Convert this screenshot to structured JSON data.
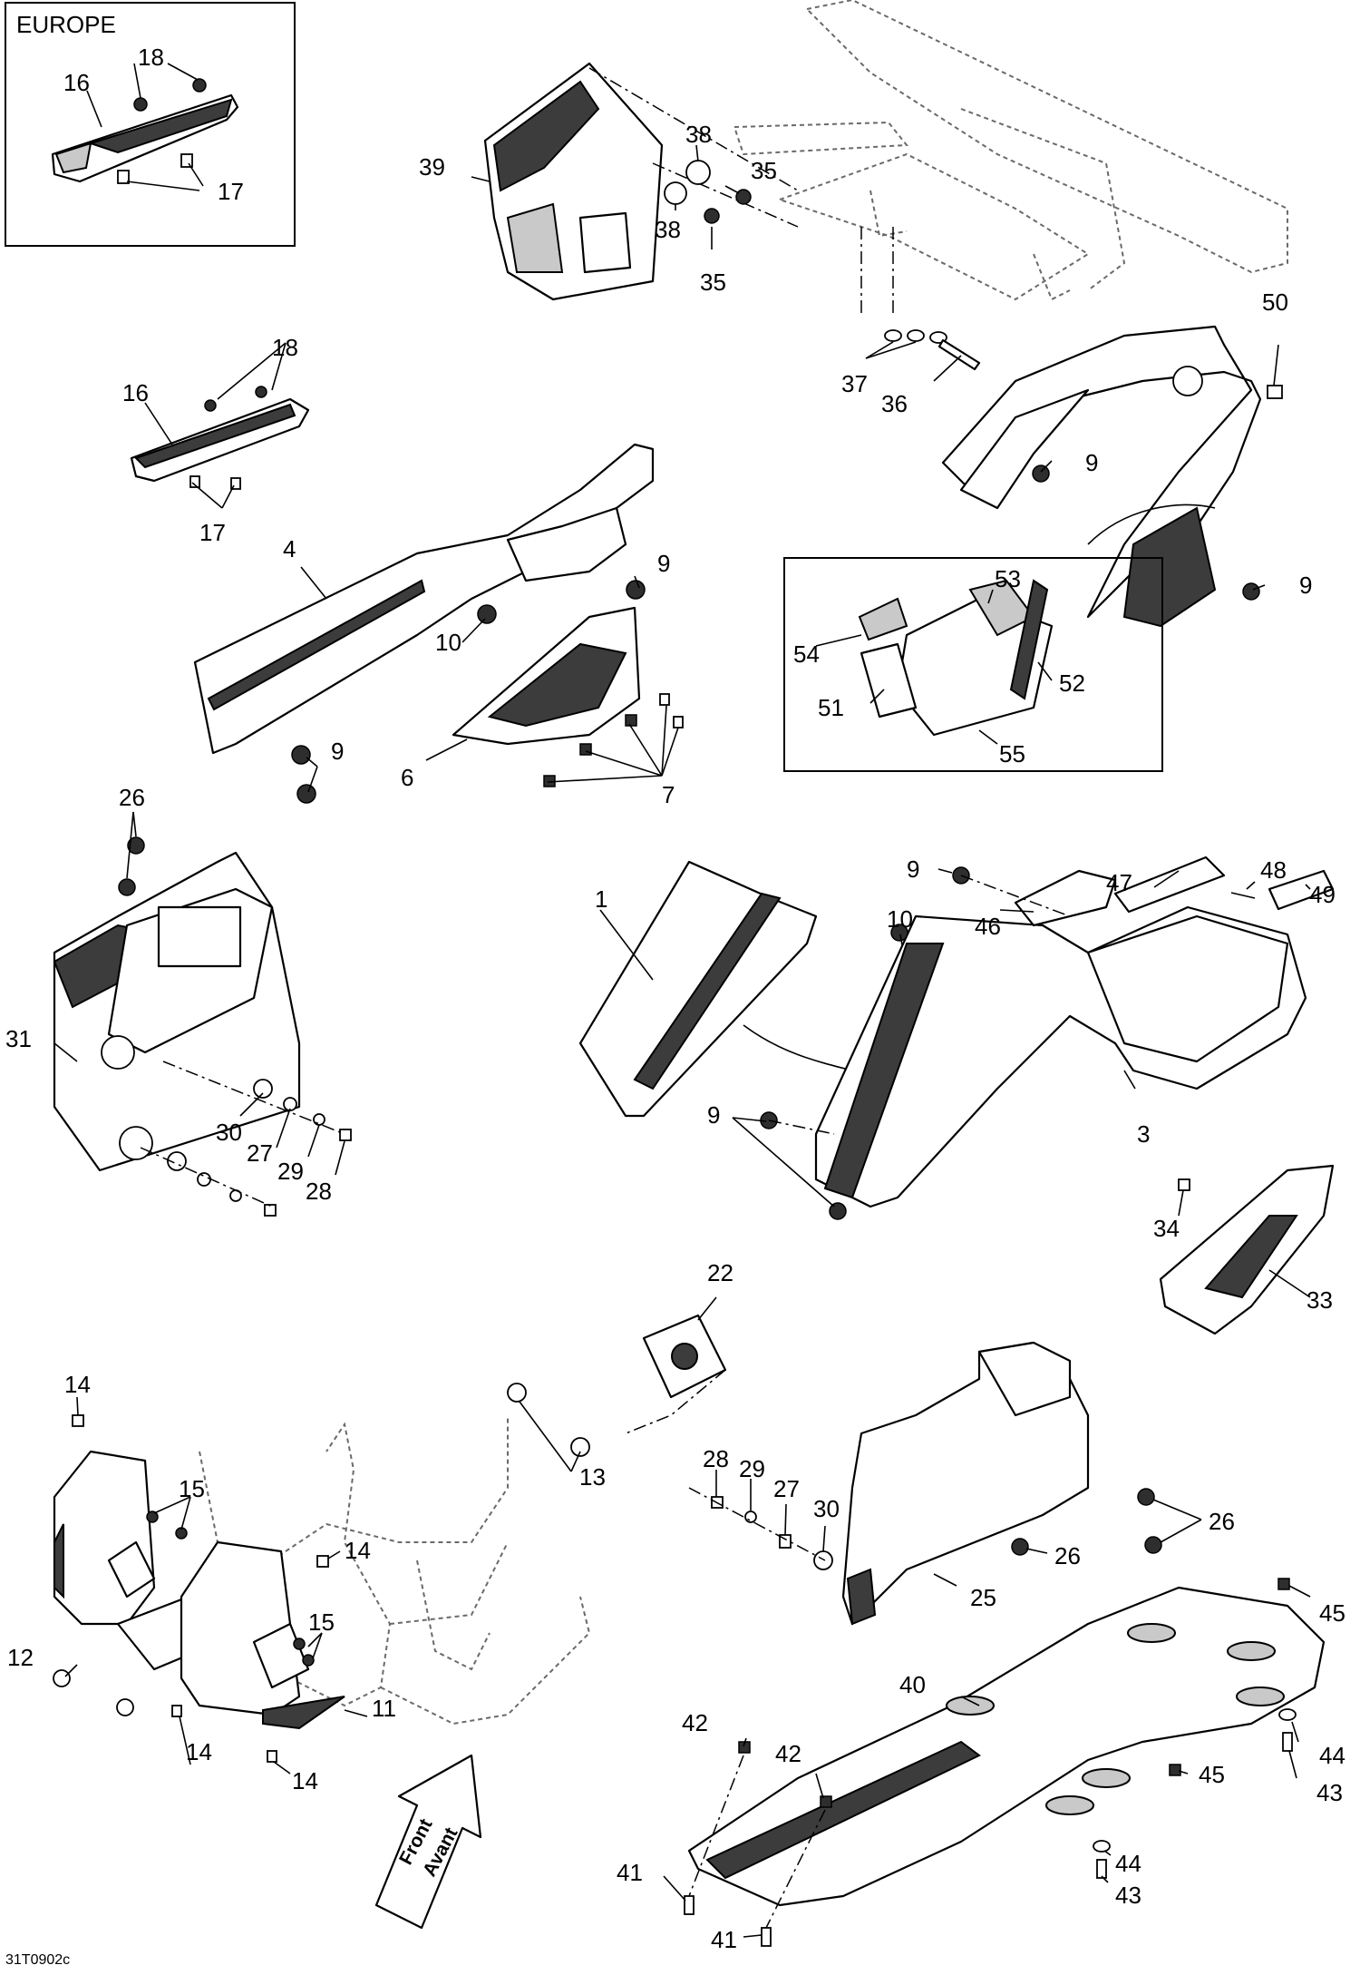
{
  "inset": {
    "title": "EUROPE"
  },
  "drawing_code": "31T0902c",
  "front_arrow": {
    "line1": "Front",
    "line2": "Avant"
  },
  "callouts": [
    {
      "id": "c16a",
      "text": "16"
    },
    {
      "id": "c18a",
      "text": "18"
    },
    {
      "id": "c17a",
      "text": "17"
    },
    {
      "id": "c39",
      "text": "39"
    },
    {
      "id": "c38a",
      "text": "38"
    },
    {
      "id": "c38b",
      "text": "38"
    },
    {
      "id": "c35a",
      "text": "35"
    },
    {
      "id": "c35b",
      "text": "35"
    },
    {
      "id": "c37",
      "text": "37"
    },
    {
      "id": "c36",
      "text": "36"
    },
    {
      "id": "c50",
      "text": "50"
    },
    {
      "id": "c9a",
      "text": "9"
    },
    {
      "id": "c9b",
      "text": "9"
    },
    {
      "id": "c16b",
      "text": "16"
    },
    {
      "id": "c18b",
      "text": "18"
    },
    {
      "id": "c17b",
      "text": "17"
    },
    {
      "id": "c4",
      "text": "4"
    },
    {
      "id": "c9c",
      "text": "9"
    },
    {
      "id": "c10a",
      "text": "10"
    },
    {
      "id": "c6",
      "text": "6"
    },
    {
      "id": "c9d",
      "text": "9"
    },
    {
      "id": "c7",
      "text": "7"
    },
    {
      "id": "c53",
      "text": "53"
    },
    {
      "id": "c54",
      "text": "54"
    },
    {
      "id": "c52",
      "text": "52"
    },
    {
      "id": "c51",
      "text": "51"
    },
    {
      "id": "c55",
      "text": "55"
    },
    {
      "id": "c26a",
      "text": "26"
    },
    {
      "id": "c31",
      "text": "31"
    },
    {
      "id": "c30a",
      "text": "30"
    },
    {
      "id": "c27a",
      "text": "27"
    },
    {
      "id": "c29a",
      "text": "29"
    },
    {
      "id": "c28a",
      "text": "28"
    },
    {
      "id": "c9e",
      "text": "9"
    },
    {
      "id": "c47",
      "text": "47"
    },
    {
      "id": "c48",
      "text": "48"
    },
    {
      "id": "c49",
      "text": "49"
    },
    {
      "id": "c1",
      "text": "1"
    },
    {
      "id": "c10b",
      "text": "10"
    },
    {
      "id": "c46",
      "text": "46"
    },
    {
      "id": "c9f",
      "text": "9"
    },
    {
      "id": "c3",
      "text": "3"
    },
    {
      "id": "c34",
      "text": "34"
    },
    {
      "id": "c33",
      "text": "33"
    },
    {
      "id": "c22",
      "text": "22"
    },
    {
      "id": "c14a",
      "text": "14"
    },
    {
      "id": "c13",
      "text": "13"
    },
    {
      "id": "c15a",
      "text": "15"
    },
    {
      "id": "c14b",
      "text": "14"
    },
    {
      "id": "c28b",
      "text": "28"
    },
    {
      "id": "c29b",
      "text": "29"
    },
    {
      "id": "c27b",
      "text": "27"
    },
    {
      "id": "c30b",
      "text": "30"
    },
    {
      "id": "c26b",
      "text": "26"
    },
    {
      "id": "c26c",
      "text": "26"
    },
    {
      "id": "c25",
      "text": "25"
    },
    {
      "id": "c12",
      "text": "12"
    },
    {
      "id": "c15b",
      "text": "15"
    },
    {
      "id": "c11",
      "text": "11"
    },
    {
      "id": "c14c",
      "text": "14"
    },
    {
      "id": "c14d",
      "text": "14"
    },
    {
      "id": "c45a",
      "text": "45"
    },
    {
      "id": "c40",
      "text": "40"
    },
    {
      "id": "c44a",
      "text": "44"
    },
    {
      "id": "c43a",
      "text": "43"
    },
    {
      "id": "c42a",
      "text": "42"
    },
    {
      "id": "c42b",
      "text": "42"
    },
    {
      "id": "c45b",
      "text": "45"
    },
    {
      "id": "c44b",
      "text": "44"
    },
    {
      "id": "c41a",
      "text": "41"
    },
    {
      "id": "c43b",
      "text": "43"
    },
    {
      "id": "c41b",
      "text": "41"
    }
  ]
}
